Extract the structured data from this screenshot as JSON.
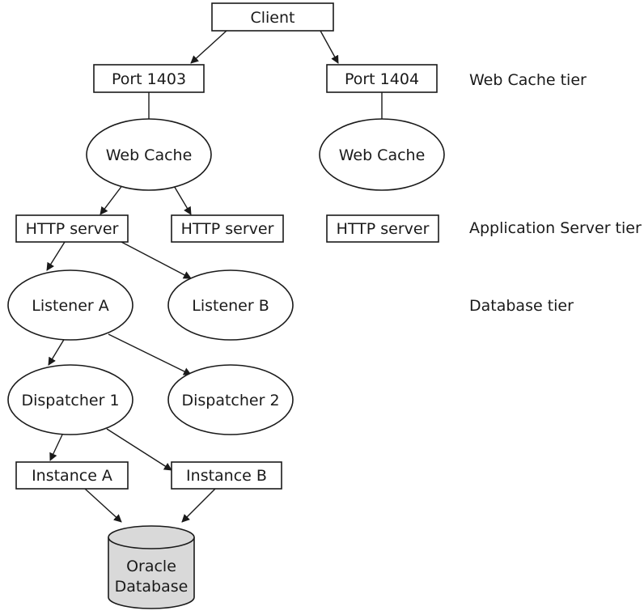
{
  "nodes": {
    "client": "Client",
    "port1403": "Port 1403",
    "port1404": "Port 1404",
    "webcache_left": "Web Cache",
    "webcache_right": "Web Cache",
    "http1": "HTTP server",
    "http2": "HTTP server",
    "http3": "HTTP server",
    "listenerA": "Listener A",
    "listenerB": "Listener B",
    "dispatcher1": "Dispatcher 1",
    "dispatcher2": "Dispatcher 2",
    "instanceA": "Instance A",
    "instanceB": "Instance B",
    "database_line1": "Oracle",
    "database_line2": "Database"
  },
  "tiers": {
    "web_cache": "Web Cache tier",
    "app_server": "Application Server tier",
    "database": "Database tier"
  },
  "colors": {
    "stroke": "#1a1a1a",
    "cylinder_fill": "#d9d9d9",
    "background": "#ffffff"
  }
}
